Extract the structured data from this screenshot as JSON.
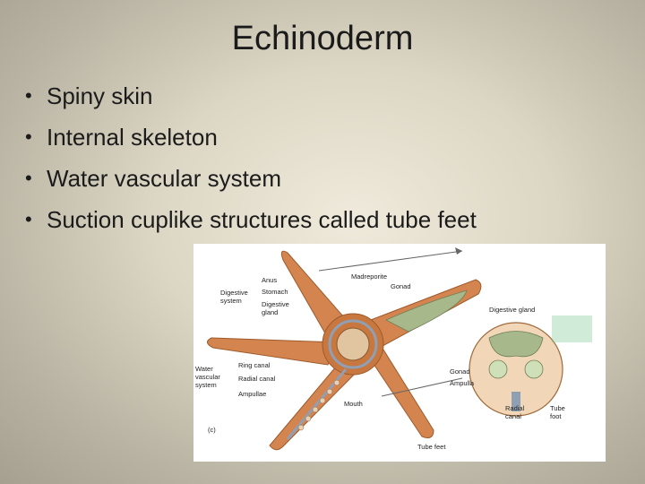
{
  "slide": {
    "title": "Echinoderm",
    "bullets": [
      "Spiny skin",
      "Internal skeleton",
      "Water vascular system",
      "Suction cuplike structures called tube feet"
    ],
    "bullet_glyph": "•"
  },
  "figure": {
    "labels": {
      "anus": "Anus",
      "stomach": "Stomach",
      "digestive_gland_1": "Digestive",
      "digestive_gland_2": "gland",
      "digestive_system_1": "Digestive",
      "digestive_system_2": "system",
      "madreporite": "Madreporite",
      "gonad_top": "Gonad",
      "digestive_gland_right": "Digestive gland",
      "ring_canal": "Ring canal",
      "radial_canal": "Radial canal",
      "ampullae": "Ampullae",
      "water_vascular_1": "Water",
      "water_vascular_2": "vascular",
      "water_vascular_3": "system",
      "mouth": "Mouth",
      "gonad_right": "Gonad",
      "ampulla": "Ampulla",
      "radial_canal_right_1": "Radial",
      "radial_canal_right_2": "canal",
      "tube_foot_1": "Tube",
      "tube_foot_2": "foot",
      "tube_feet": "Tube feet",
      "panel": "(c)"
    },
    "colors": {
      "arm": "#d4854f",
      "arm_dark": "#b0602f",
      "gland": "#a7b98a",
      "canal": "#8fa0b5",
      "accent_green": "#79c58b"
    }
  }
}
